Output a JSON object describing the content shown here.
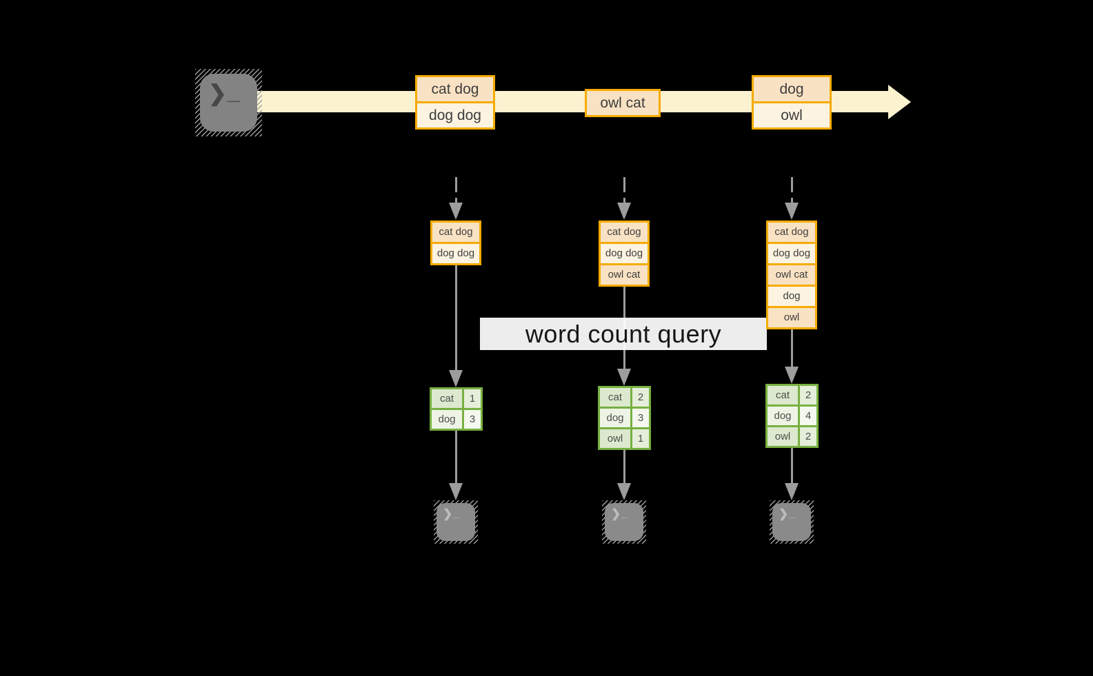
{
  "query_label": "word count query",
  "icons": {
    "prompt_glyph": "❯",
    "cursor_glyph": "_"
  },
  "stream": {
    "source_icon": "terminal-source-icon",
    "batches": [
      {
        "rows": [
          "cat dog",
          "dog dog"
        ]
      },
      {
        "rows": [
          "owl cat"
        ]
      },
      {
        "rows": [
          "dog",
          "owl"
        ]
      }
    ]
  },
  "columns": [
    {
      "state": [
        "cat dog",
        "dog dog"
      ],
      "counts": [
        {
          "word": "cat",
          "count": "1"
        },
        {
          "word": "dog",
          "count": "3"
        }
      ]
    },
    {
      "state": [
        "cat dog",
        "dog dog",
        "owl cat"
      ],
      "counts": [
        {
          "word": "cat",
          "count": "2"
        },
        {
          "word": "dog",
          "count": "3"
        },
        {
          "word": "owl",
          "count": "1"
        }
      ]
    },
    {
      "state": [
        "cat dog",
        "dog dog",
        "owl cat",
        "dog",
        "owl"
      ],
      "counts": [
        {
          "word": "cat",
          "count": "2"
        },
        {
          "word": "dog",
          "count": "4"
        },
        {
          "word": "owl",
          "count": "2"
        }
      ]
    }
  ],
  "colors": {
    "background": "#000000",
    "stream_band": "#fcf2d0",
    "box_border": "#f4ab00",
    "box_fill_dark": "#f9e2c3",
    "box_fill_light": "#fdf3e1",
    "table_border": "#77b041",
    "table_fill_dark": "#dce9ce",
    "table_fill_light": "#eef4e5",
    "arrow_gray": "#9d9d9d",
    "terminal_gray": "#838383",
    "label_bg": "#ffffff"
  }
}
